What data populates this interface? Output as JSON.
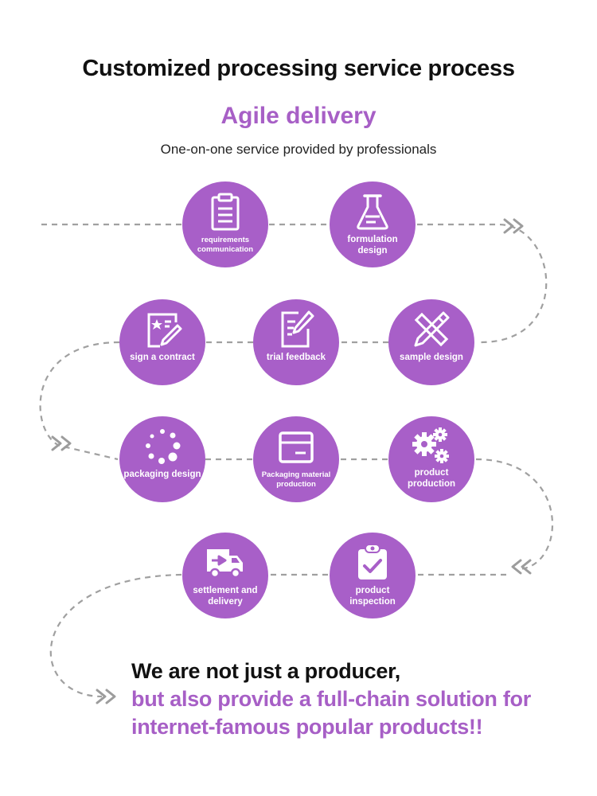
{
  "header": {
    "title": "Customized processing service process",
    "subtitle": "Agile delivery",
    "tagline": "One-on-one service provided by professionals"
  },
  "steps": [
    {
      "label": "requirements communication",
      "icon": "clipboard-list-icon"
    },
    {
      "label": "formulation design",
      "icon": "flask-icon"
    },
    {
      "label": "sign a contract",
      "icon": "contract-sign-icon"
    },
    {
      "label": "trial feedback",
      "icon": "edit-document-icon"
    },
    {
      "label": "sample design",
      "icon": "ruler-pencil-icon"
    },
    {
      "label": "packaging design",
      "icon": "dots-circle-icon"
    },
    {
      "label": "Packaging material production",
      "icon": "box-icon"
    },
    {
      "label": "product production",
      "icon": "gears-icon"
    },
    {
      "label": "settlement and delivery",
      "icon": "delivery-truck-icon"
    },
    {
      "label": "product inspection",
      "icon": "clipboard-check-icon"
    }
  ],
  "closing": {
    "line1": "We are not just a producer,",
    "line2": "but also provide a full-chain solution for",
    "line3": "internet-famous popular products!!"
  },
  "colors": {
    "accent": "#a85fc8",
    "connector": "#a0a0a0",
    "text": "#111111"
  }
}
